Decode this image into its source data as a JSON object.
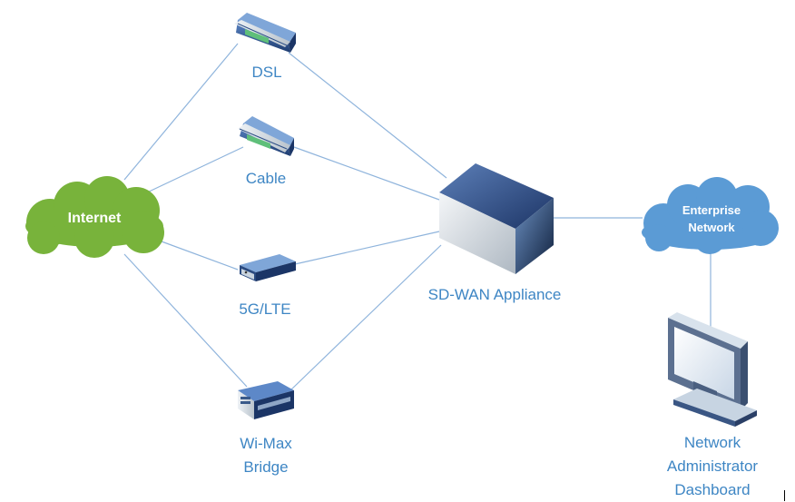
{
  "nodes": {
    "internet": "Internet",
    "dsl": "DSL",
    "cable": "Cable",
    "lte": "5G/LTE",
    "wimax": "Wi-Max\nBridge",
    "sdwan": "SD-WAN Appliance",
    "enterprise": "Enterprise\nNetwork",
    "dashboard": "Network\nAdministrator\nDashboard"
  },
  "colors": {
    "link_line": "#8fb4dc",
    "label_text": "#3e86c4",
    "internet_cloud": "#78b33b",
    "enterprise_cloud": "#5b9bd5"
  }
}
